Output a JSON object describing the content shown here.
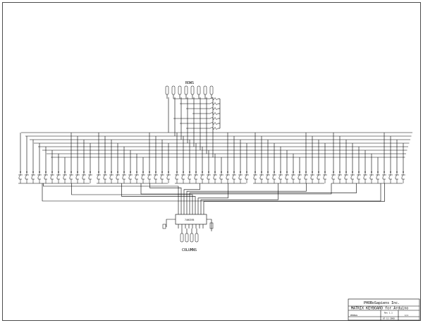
{
  "schematic": {
    "rows_label": "ROWS",
    "columns_label": "COLUMNS",
    "ic_label": "74HC595",
    "row_connector_count": 8,
    "column_connector_count": 4,
    "key_group_count": 5,
    "keys_per_group": 12
  },
  "title_block": {
    "company": "PHOBoSapiens Inc.",
    "title": "MATRIX KEYBOARD for Arduino",
    "author": "PHOBoS",
    "revision": "Rev 1.1",
    "date": "07-11-2008",
    "sheet": "1/1"
  }
}
